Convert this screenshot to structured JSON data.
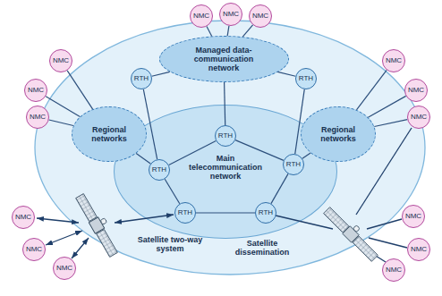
{
  "diagram": {
    "nodes": [
      {
        "text": [
          "NMC"
        ]
      },
      {
        "text": [
          "NMC"
        ]
      },
      {
        "text": [
          "NMC"
        ]
      },
      {
        "text": [
          "Managed data-communication network"
        ]
      },
      {
        "text": [
          "RTH"
        ]
      },
      {
        "text": [
          "RTH"
        ]
      },
      {
        "text": [
          "NMC"
        ]
      },
      {
        "text": [
          "NMC"
        ]
      },
      {
        "text": [
          "NMC"
        ]
      },
      {
        "text": [
          "NMC"
        ]
      },
      {
        "text": [
          "NMC"
        ]
      },
      {
        "text": [
          "NMC"
        ]
      },
      {
        "text": [
          "Main telecommunication network"
        ]
      },
      {
        "text": [
          "Regional networks"
        ]
      },
      {
        "text": [
          "Regional networks"
        ]
      },
      {
        "text": [
          "RTH"
        ]
      },
      {
        "text": [
          "RTH"
        ]
      },
      {
        "text": [
          "RTH"
        ]
      },
      {
        "text": [
          "RTH"
        ]
      },
      {
        "text": [
          "RTH"
        ]
      },
      {
        "text": [
          "NMC"
        ]
      },
      {
        "text": [
          "NMC"
        ]
      },
      {
        "text": [
          "NMC"
        ]
      },
      {
        "text": [
          "NMC"
        ]
      },
      {
        "text": [
          "NMC"
        ]
      },
      {
        "text": [
          "NMC"
        ]
      }
    ],
    "edges": [
      {
        "from": 0,
        "to": 3,
        "arrow": "none"
      },
      {
        "from": 1,
        "to": 3,
        "arrow": "none"
      },
      {
        "from": 2,
        "to": 3,
        "arrow": "none"
      },
      {
        "from": 4,
        "to": 3,
        "arrow": "none"
      },
      {
        "from": 5,
        "to": 3,
        "arrow": "none"
      },
      {
        "from": 3,
        "to": 15,
        "arrow": "none"
      },
      {
        "from": 4,
        "to": 16,
        "arrow": "none"
      },
      {
        "from": 5,
        "to": 17,
        "arrow": "none"
      },
      {
        "from": 6,
        "to": 13,
        "arrow": "none"
      },
      {
        "from": 8,
        "to": 13,
        "arrow": "none"
      },
      {
        "from": 10,
        "to": 13,
        "arrow": "none"
      },
      {
        "from": 7,
        "to": 14,
        "arrow": "none"
      },
      {
        "from": 9,
        "to": 14,
        "arrow": "none"
      },
      {
        "from": 11,
        "to": 14,
        "arrow": "none"
      },
      {
        "from": 13,
        "to": 16,
        "arrow": "none"
      },
      {
        "from": 14,
        "to": 17,
        "arrow": "none"
      },
      {
        "from": 15,
        "to": 16,
        "arrow": "none"
      },
      {
        "from": 15,
        "to": 17,
        "arrow": "none"
      },
      {
        "from": 16,
        "to": 18,
        "arrow": "none"
      },
      {
        "from": 18,
        "to": 19,
        "arrow": "none"
      },
      {
        "from": 19,
        "to": 17,
        "arrow": "none"
      }
    ],
    "labels": [
      "Satellite two-way system",
      "Satellite dissemination"
    ]
  }
}
